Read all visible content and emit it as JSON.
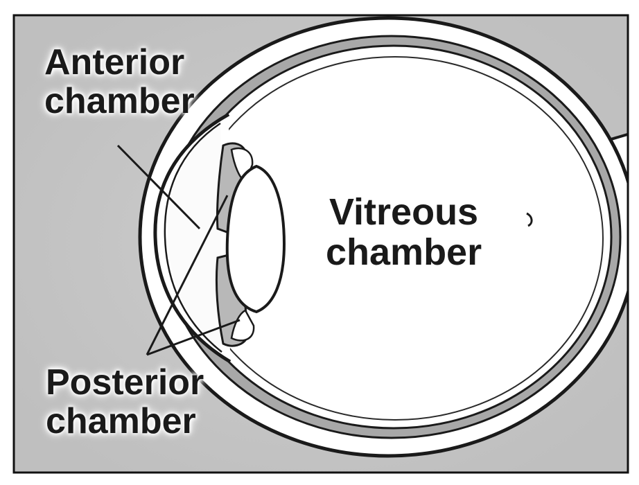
{
  "labels": {
    "anterior": {
      "line1": "Anterior",
      "line2": "chamber"
    },
    "vitreous": {
      "line1": "Vitreous",
      "line2": "chamber"
    },
    "posterior": {
      "line1": "Posterior",
      "line2": "chamber"
    }
  },
  "colors": {
    "background": "#c9c9c9",
    "frame": "#111111",
    "eye_fill": "#ffffff",
    "choroid_band": "#a3a3a3",
    "outline": "#1a1a1a",
    "iris": "#b5b5b5"
  }
}
